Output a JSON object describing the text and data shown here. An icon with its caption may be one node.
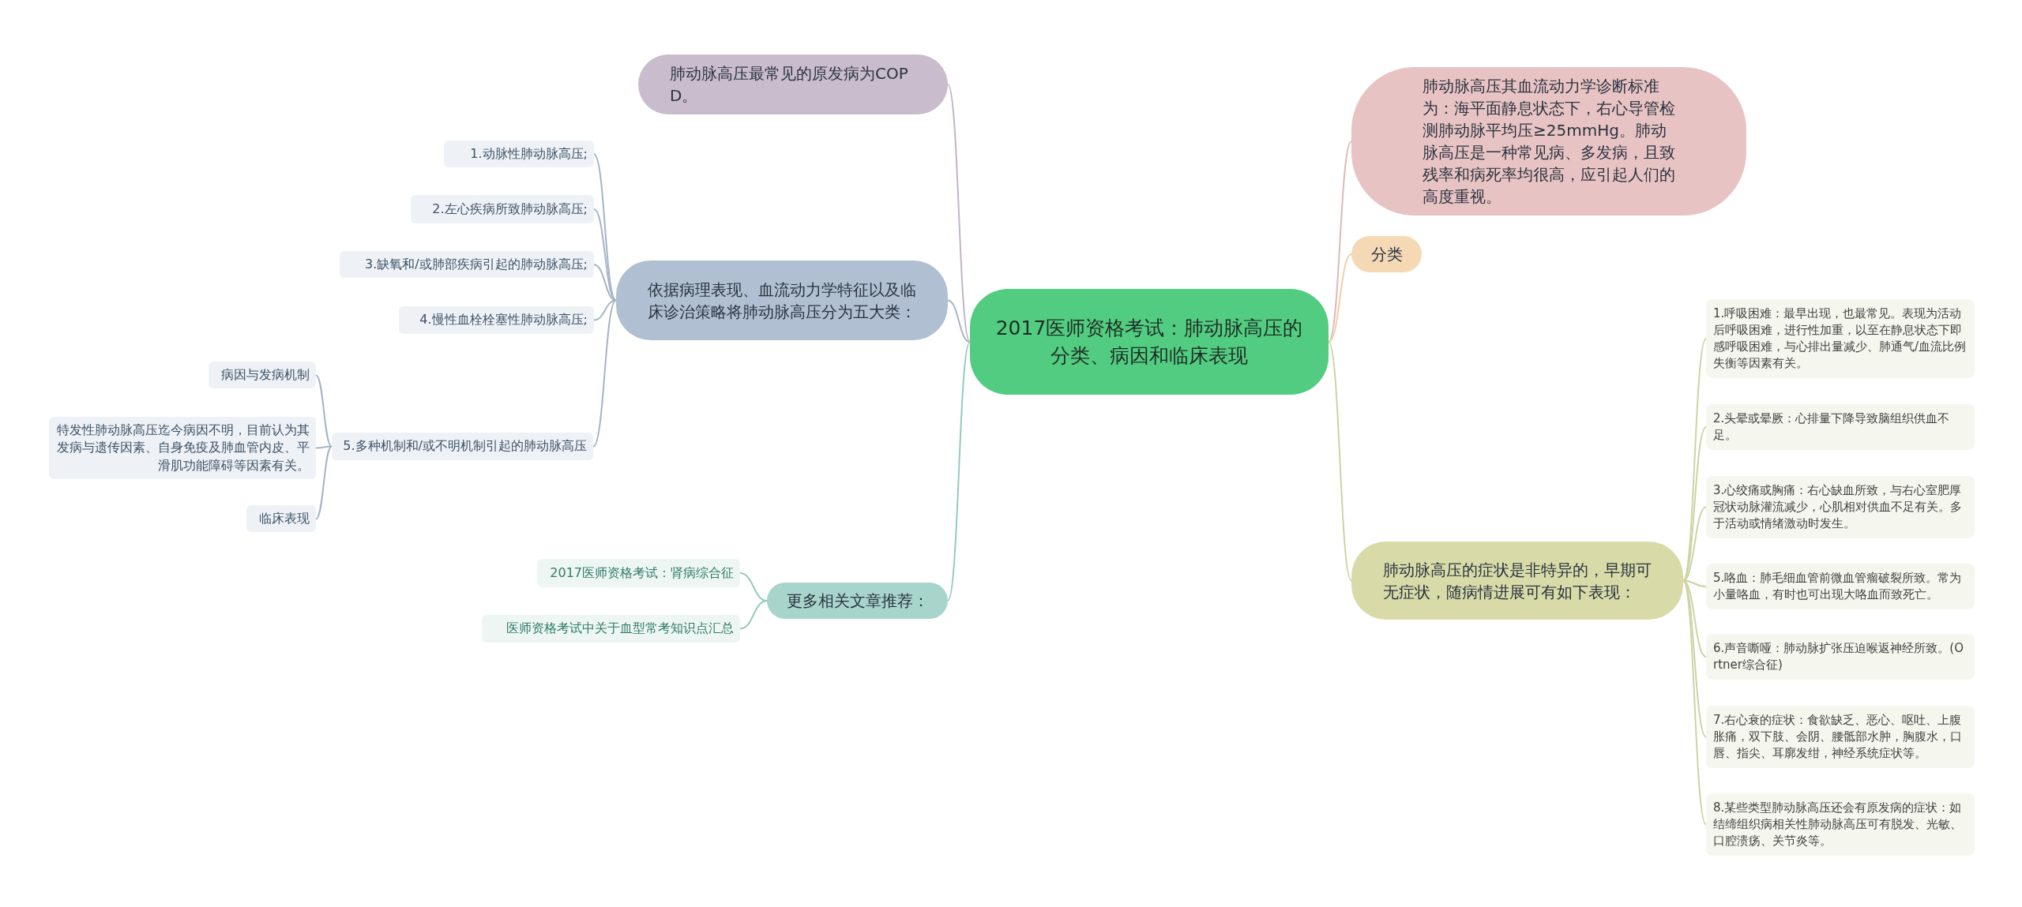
{
  "diagram": {
    "nodes": [
      {
        "text": [
          "2017医师资格考试：肺动脉高压的分类、病因和临床表现"
        ]
      },
      {
        "text": [
          "肺动脉高压最常见的原发病为COPD。"
        ]
      },
      {
        "text": [
          "依据病理表现、血流动力学特征以及临床诊治策略将肺动脉高压分为五大类："
        ]
      },
      {
        "text": [
          "1.动脉性肺动脉高压;"
        ]
      },
      {
        "text": [
          "2.左心疾病所致肺动脉高压;"
        ]
      },
      {
        "text": [
          "3.缺氧和/或肺部疾病引起的肺动脉高压;"
        ]
      },
      {
        "text": [
          "4.慢性血栓栓塞性肺动脉高压;"
        ]
      },
      {
        "text": [
          "5.多种机制和/或不明机制引起的肺动脉高压"
        ]
      },
      {
        "text": [
          "病因与发病机制"
        ]
      },
      {
        "text": [
          "特发性肺动脉高压迄今病因不明，目前认为其发病与遗传因素、自身免疫及肺血管内皮、平滑肌功能障碍等因素有关。"
        ]
      },
      {
        "text": [
          "临床表现"
        ]
      },
      {
        "text": [
          "更多相关文章推荐："
        ]
      },
      {
        "text": [
          "2017医师资格考试：肾病综合征"
        ]
      },
      {
        "text": [
          "医师资格考试中关于血型常考知识点汇总"
        ]
      },
      {
        "text": [
          "肺动脉高压其血流动力学诊断标准为：海平面静息状态下，右心导管检测肺动脉平均压≥25mmHg。肺动脉高压是一种常见病、多发病，且致残率和病死率均很高，应引起人们的高度重视。"
        ]
      },
      {
        "text": [
          "分类"
        ]
      },
      {
        "text": [
          "肺动脉高压的症状是非特异的，早期可无症状，随病情进展可有如下表现："
        ]
      },
      {
        "text": [
          "1.呼吸困难：最早出现，也最常见。表现为活动后呼吸困难，进行性加重，以至在静息状态下即感呼吸困难，与心排出量减少、肺通气/血流比例失衡等因素有关。"
        ]
      },
      {
        "text": [
          "2.头晕或晕厥：心排量下降导致脑组织供血不足。"
        ]
      },
      {
        "text": [
          "3.心绞痛或胸痛：右心缺血所致，与右心室肥厚冠状动脉灌流减少，心肌相对供血不足有关。多于活动或情绪激动时发生。"
        ]
      },
      {
        "text": [
          "5.咯血：肺毛细血管前微血管瘤破裂所致。常为小量咯血，有时也可出现大咯血而致死亡。"
        ]
      },
      {
        "text": [
          "6.声音嘶哑：肺动脉扩张压迫喉返神经所致。(Ortner综合征)"
        ]
      },
      {
        "text": [
          "7.右心衰的症状：食欲缺乏、恶心、呕吐、上腹胀痛，双下肢、会阴、腰骶部水肿，胸腹水，口唇、指尖、耳廓发绀，神经系统症状等。"
        ]
      },
      {
        "text": [
          "8.某些类型肺动脉高压还会有原发病的症状：如结缔组织病相关性肺动脉高压可有脱发、光敏、口腔溃疡、关节炎等。"
        ]
      }
    ],
    "edges": [
      {
        "from": 0,
        "to": 1,
        "arrow": "none",
        "color": "#c2b4c9"
      },
      {
        "from": 0,
        "to": 2,
        "arrow": "none"
      },
      {
        "from": 2,
        "to": 3,
        "arrow": "none"
      },
      {
        "from": 2,
        "to": 4,
        "arrow": "none"
      },
      {
        "from": 2,
        "to": 5,
        "arrow": "none"
      },
      {
        "from": 2,
        "to": 6,
        "arrow": "none"
      },
      {
        "from": 2,
        "to": 7,
        "arrow": "none"
      },
      {
        "from": 7,
        "to": 8,
        "arrow": "none"
      },
      {
        "from": 7,
        "to": 9,
        "arrow": "none"
      },
      {
        "from": 7,
        "to": 10,
        "arrow": "none"
      },
      {
        "from": 0,
        "to": 11,
        "arrow": "none",
        "color": "#93cbc0"
      },
      {
        "from": 11,
        "to": 12,
        "arrow": "none",
        "color": "#93cbc0"
      },
      {
        "from": 11,
        "to": 13,
        "arrow": "none",
        "color": "#93cbc0"
      },
      {
        "from": 0,
        "to": 14,
        "arrow": "none",
        "color": "#e2b7b7"
      },
      {
        "from": 0,
        "to": 15,
        "arrow": "none",
        "color": "#efcfa6"
      },
      {
        "from": 0,
        "to": 16,
        "arrow": "none",
        "color": "#ccd4a4"
      },
      {
        "from": 16,
        "to": 17,
        "arrow": "none",
        "color": "#ccd4a4"
      },
      {
        "from": 16,
        "to": 18,
        "arrow": "none",
        "color": "#ccd4a4"
      },
      {
        "from": 16,
        "to": 19,
        "arrow": "none",
        "color": "#ccd4a4"
      },
      {
        "from": 16,
        "to": 20,
        "arrow": "none",
        "color": "#ccd4a4"
      },
      {
        "from": 16,
        "to": 21,
        "arrow": "none",
        "color": "#ccd4a4"
      },
      {
        "from": 16,
        "to": 22,
        "arrow": "none",
        "color": "#ccd4a4"
      },
      {
        "from": 16,
        "to": 23,
        "arrow": "none",
        "color": "#ccd4a4"
      }
    ]
  }
}
